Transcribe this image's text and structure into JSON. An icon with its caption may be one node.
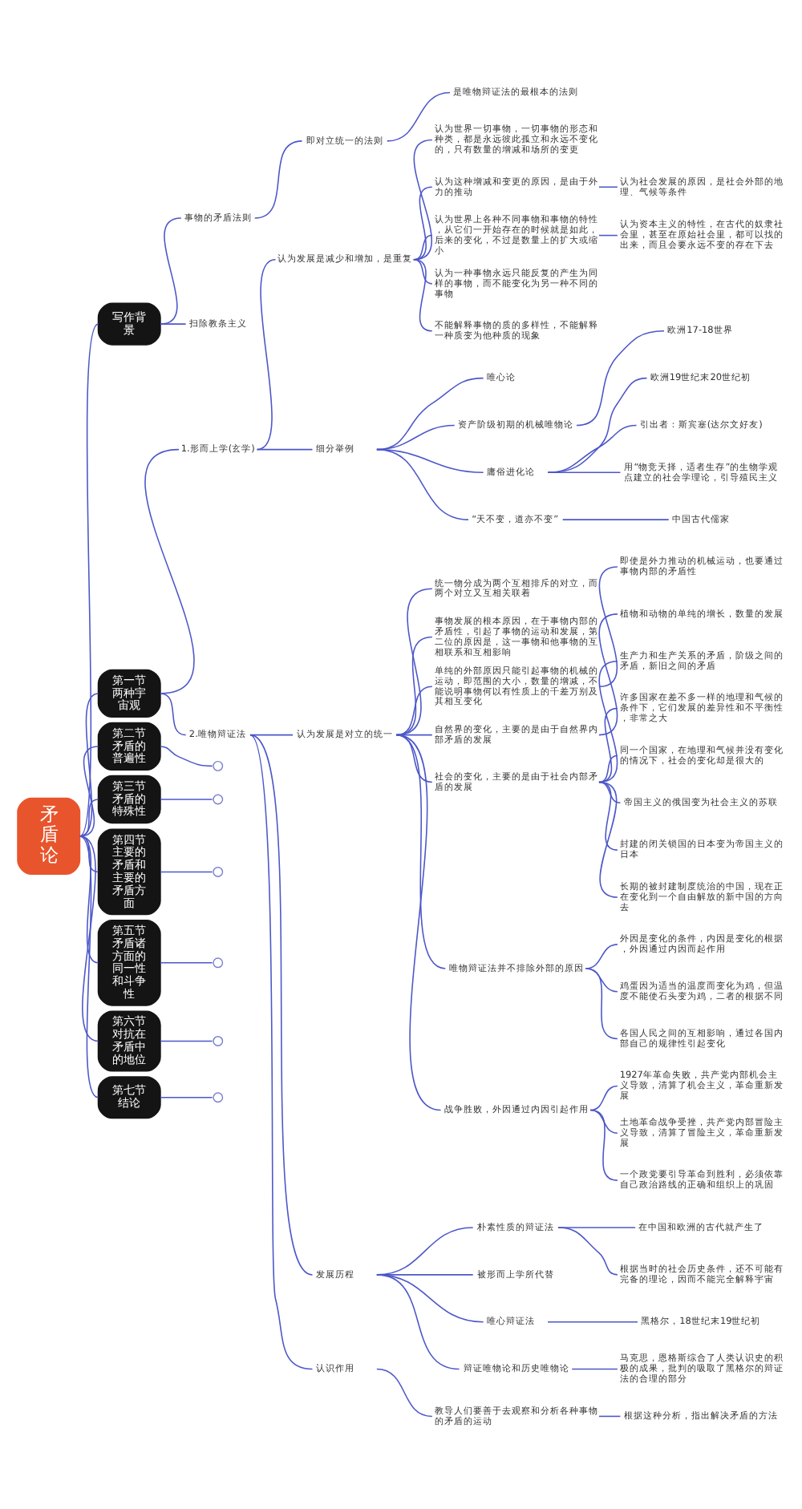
{
  "diagram": {
    "nodes": [
      {
        "text": [
          "矛盾论"
        ]
      },
      {
        "text": [
          "写作背景"
        ]
      },
      {
        "text": [
          "事物的矛盾法则"
        ]
      },
      {
        "text": [
          "即对立统一的法则"
        ]
      },
      {
        "text": [
          "是唯物辩证法的最根本的法则"
        ]
      },
      {
        "text": [
          "扫除教条主义"
        ]
      },
      {
        "text": [
          "第一节两种宇宙观"
        ]
      },
      {
        "text": [
          "1.形而上学(玄学)"
        ]
      },
      {
        "text": [
          "认为发展是减少和增加，是重复"
        ]
      },
      {
        "text": [
          "认为世界一切事物，一切事物的形态和种类，都是永远彼此孤立和永远不变化的，只有数量的增减和场所的变更"
        ]
      },
      {
        "text": [
          "认为这种增减和变更的原因，是由于外力的推动"
        ]
      },
      {
        "text": [
          "认为社会发展的原因，是社会外部的地理、气候等条件"
        ]
      },
      {
        "text": [
          "认为世界上各种不同事物和事物的特性，从它们一开始存在的时候就是如此，后来的变化，不过是数量上的扩大或缩小"
        ]
      },
      {
        "text": [
          "认为资本主义的特性，在古代的奴隶社会里，甚至在原始社会里，都可以找的出来，而且会要永远不变的存在下去"
        ]
      },
      {
        "text": [
          "认为一种事物永远只能反复的产生为同样的事物，而不能变化为另一种不同的事物"
        ]
      },
      {
        "text": [
          "不能解释事物的质的多样性，不能解释一种质变为他种质的现象"
        ]
      },
      {
        "text": [
          "细分举例"
        ]
      },
      {
        "text": [
          "唯心论"
        ]
      },
      {
        "text": [
          "资产阶级初期的机械唯物论"
        ]
      },
      {
        "text": [
          "欧洲17-18世界"
        ]
      },
      {
        "text": [
          "庸俗进化论"
        ]
      },
      {
        "text": [
          "欧洲19世纪末20世纪初"
        ]
      },
      {
        "text": [
          "引出者：斯宾塞(达尔文好友)"
        ]
      },
      {
        "text": [
          "用“物竞天择，适者生存”的生物学观点建立的社会学理论，引导殖民主义"
        ]
      },
      {
        "text": [
          "“天不变，道亦不变”"
        ]
      },
      {
        "text": [
          "中国古代儒家"
        ]
      },
      {
        "text": [
          "2.唯物辩证法"
        ]
      },
      {
        "text": [
          "认为发展是对立的统一"
        ]
      },
      {
        "text": [
          "统一物分成为两个互相排斥的对立，而两个对立又互相关联着"
        ]
      },
      {
        "text": [
          "事物发展的根本原因，在于事物内部的矛盾性，引起了事物的运动和发展，第二位的原因是，这一事物和他事物的互相联系和互相影响"
        ]
      },
      {
        "text": [
          "单纯的外部原因只能引起事物的机械的运动，即范围的大小，数量的增减，不能说明事物何以有性质上的千差万别及其相互变化"
        ]
      },
      {
        "text": [
          "即使是外力推动的机械运动，也要通过事物内部的矛盾性"
        ]
      },
      {
        "text": [
          "自然界的变化，主要的是由于自然界内部矛盾的发展"
        ]
      },
      {
        "text": [
          "植物和动物的单纯的增长，数量的发展"
        ]
      },
      {
        "text": [
          "社会的变化，主要的是由于社会内部矛盾的发展"
        ]
      },
      {
        "text": [
          "生产力和生产关系的矛盾，阶级之间的矛盾，新旧之间的矛盾"
        ]
      },
      {
        "text": [
          "许多国家在差不多一样的地理和气候的条件下，它们发展的差异性和不平衡性，非常之大"
        ]
      },
      {
        "text": [
          "同一个国家，在地理和气候并没有变化的情况下，社会的变化却是很大的"
        ]
      },
      {
        "text": [
          "帝国主义的俄国变为社会主义的苏联"
        ]
      },
      {
        "text": [
          "封建的闭关锁国的日本变为帝国主义的日本"
        ]
      },
      {
        "text": [
          "长期的被封建制度统治的中国，现在正在变化到一个自由解放的新中国的方向去"
        ]
      },
      {
        "text": [
          "唯物辩证法并不排除外部的原因"
        ]
      },
      {
        "text": [
          "外因是变化的条件，内因是变化的根据，外因通过内因而起作用"
        ]
      },
      {
        "text": [
          "鸡蛋因为适当的温度而变化为鸡，但温度不能使石头变为鸡，二者的根据不同"
        ]
      },
      {
        "text": [
          "各国人民之间的互相影响，通过各国内部自己的规律性引起变化"
        ]
      },
      {
        "text": [
          "战争胜败，外因通过内因引起作用"
        ]
      },
      {
        "text": [
          "1927年革命失败，共产党内部机会主义导致，清算了机会主义，革命重新发展"
        ]
      },
      {
        "text": [
          "土地革命战争受挫，共产党内部冒险主义导致，清算了冒险主义，革命重新发展"
        ]
      },
      {
        "text": [
          "一个政党要引导革命到胜利，必须依靠自己政治路线的正确和组织上的巩固"
        ]
      },
      {
        "text": [
          "发展历程"
        ]
      },
      {
        "text": [
          "朴素性质的辩证法"
        ]
      },
      {
        "text": [
          "在中国和欧洲的古代就产生了"
        ]
      },
      {
        "text": [
          "根据当时的社会历史条件，还不可能有完备的理论，因而不能完全解释宇宙"
        ]
      },
      {
        "text": [
          "被形而上学所代替"
        ]
      },
      {
        "text": [
          "唯心辩证法"
        ]
      },
      {
        "text": [
          "黑格尔，18世纪末19世纪初"
        ]
      },
      {
        "text": [
          "辩证唯物论和历史唯物论"
        ]
      },
      {
        "text": [
          "马克思，恩格斯综合了人类认识史的积极的成果，批判的吸取了黑格尔的辩证法的合理的部分"
        ]
      },
      {
        "text": [
          "认识作用"
        ]
      },
      {
        "text": [
          "教导人们要善于去观察和分析各种事物的矛盾的运动"
        ]
      },
      {
        "text": [
          "根据这种分析，指出解决矛盾的方法"
        ]
      },
      {
        "text": [
          "第二节矛盾的普遍性"
        ]
      },
      {
        "text": [],
        "shape": "circle"
      },
      {
        "text": [
          "第三节矛盾的特殊性"
        ]
      },
      {
        "text": [],
        "shape": "circle"
      },
      {
        "text": [
          "第四节主要的矛盾和主要的矛盾方面"
        ]
      },
      {
        "text": [],
        "shape": "circle"
      },
      {
        "text": [
          "第五节矛盾诸方面的同一性和斗争性"
        ]
      },
      {
        "text": [],
        "shape": "circle"
      },
      {
        "text": [
          "第六节对抗在矛盾中的地位"
        ]
      },
      {
        "text": [],
        "shape": "circle"
      },
      {
        "text": [
          "第七节结论"
        ]
      },
      {
        "text": [],
        "shape": "circle"
      }
    ],
    "edges": [
      {
        "from": 0,
        "to": 1,
        "arrow": "none"
      },
      {
        "from": 1,
        "to": 2,
        "arrow": "none"
      },
      {
        "from": 2,
        "to": 3,
        "arrow": "none"
      },
      {
        "from": 3,
        "to": 4,
        "arrow": "none"
      },
      {
        "from": 1,
        "to": 5,
        "arrow": "none"
      },
      {
        "from": 0,
        "to": 6,
        "arrow": "none"
      },
      {
        "from": 6,
        "to": 7,
        "arrow": "none"
      },
      {
        "from": 7,
        "to": 8,
        "arrow": "none"
      },
      {
        "from": 8,
        "to": 9,
        "arrow": "none"
      },
      {
        "from": 8,
        "to": 10,
        "arrow": "none"
      },
      {
        "from": 10,
        "to": 11,
        "arrow": "none"
      },
      {
        "from": 8,
        "to": 12,
        "arrow": "none"
      },
      {
        "from": 12,
        "to": 13,
        "arrow": "none"
      },
      {
        "from": 8,
        "to": 14,
        "arrow": "none"
      },
      {
        "from": 8,
        "to": 15,
        "arrow": "none"
      },
      {
        "from": 7,
        "to": 16,
        "arrow": "none"
      },
      {
        "from": 16,
        "to": 17,
        "arrow": "none"
      },
      {
        "from": 16,
        "to": 18,
        "arrow": "none"
      },
      {
        "from": 18,
        "to": 19,
        "arrow": "none"
      },
      {
        "from": 16,
        "to": 20,
        "arrow": "none"
      },
      {
        "from": 20,
        "to": 21,
        "arrow": "none"
      },
      {
        "from": 20,
        "to": 22,
        "arrow": "none"
      },
      {
        "from": 20,
        "to": 23,
        "arrow": "none"
      },
      {
        "from": 16,
        "to": 24,
        "arrow": "none"
      },
      {
        "from": 24,
        "to": 25,
        "arrow": "none"
      },
      {
        "from": 6,
        "to": 26,
        "arrow": "none"
      },
      {
        "from": 26,
        "to": 27,
        "arrow": "none"
      },
      {
        "from": 27,
        "to": 28,
        "arrow": "none"
      },
      {
        "from": 27,
        "to": 29,
        "arrow": "none"
      },
      {
        "from": 27,
        "to": 30,
        "arrow": "none"
      },
      {
        "from": 30,
        "to": 31,
        "arrow": "none"
      },
      {
        "from": 27,
        "to": 32,
        "arrow": "none"
      },
      {
        "from": 32,
        "to": 33,
        "arrow": "none"
      },
      {
        "from": 27,
        "to": 34,
        "arrow": "none"
      },
      {
        "from": 34,
        "to": 35,
        "arrow": "none"
      },
      {
        "from": 34,
        "to": 36,
        "arrow": "none"
      },
      {
        "from": 34,
        "to": 37,
        "arrow": "none"
      },
      {
        "from": 34,
        "to": 38,
        "arrow": "none"
      },
      {
        "from": 34,
        "to": 39,
        "arrow": "none"
      },
      {
        "from": 34,
        "to": 40,
        "arrow": "none"
      },
      {
        "from": 27,
        "to": 41,
        "arrow": "none"
      },
      {
        "from": 41,
        "to": 42,
        "arrow": "none"
      },
      {
        "from": 41,
        "to": 43,
        "arrow": "none"
      },
      {
        "from": 41,
        "to": 44,
        "arrow": "none"
      },
      {
        "from": 27,
        "to": 45,
        "arrow": "none"
      },
      {
        "from": 45,
        "to": 46,
        "arrow": "none"
      },
      {
        "from": 45,
        "to": 47,
        "arrow": "none"
      },
      {
        "from": 45,
        "to": 48,
        "arrow": "none"
      },
      {
        "from": 26,
        "to": 49,
        "arrow": "none"
      },
      {
        "from": 49,
        "to": 50,
        "arrow": "none"
      },
      {
        "from": 50,
        "to": 51,
        "arrow": "none"
      },
      {
        "from": 50,
        "to": 52,
        "arrow": "none"
      },
      {
        "from": 49,
        "to": 53,
        "arrow": "none"
      },
      {
        "from": 49,
        "to": 54,
        "arrow": "none"
      },
      {
        "from": 54,
        "to": 55,
        "arrow": "none"
      },
      {
        "from": 49,
        "to": 56,
        "arrow": "none"
      },
      {
        "from": 56,
        "to": 57,
        "arrow": "none"
      },
      {
        "from": 26,
        "to": 58,
        "arrow": "none"
      },
      {
        "from": 58,
        "to": 59,
        "arrow": "none"
      },
      {
        "from": 59,
        "to": 60,
        "arrow": "none"
      },
      {
        "from": 0,
        "to": 61,
        "arrow": "none"
      },
      {
        "from": 61,
        "to": 62,
        "arrow": "none"
      },
      {
        "from": 0,
        "to": 63,
        "arrow": "none"
      },
      {
        "from": 63,
        "to": 64,
        "arrow": "none"
      },
      {
        "from": 0,
        "to": 65,
        "arrow": "none"
      },
      {
        "from": 65,
        "to": 66,
        "arrow": "none"
      },
      {
        "from": 0,
        "to": 67,
        "arrow": "none"
      },
      {
        "from": 67,
        "to": 68,
        "arrow": "none"
      },
      {
        "from": 0,
        "to": 69,
        "arrow": "none"
      },
      {
        "from": 69,
        "to": 70,
        "arrow": "none"
      },
      {
        "from": 0,
        "to": 71,
        "arrow": "none"
      },
      {
        "from": 71,
        "to": 72,
        "arrow": "none"
      }
    ]
  }
}
